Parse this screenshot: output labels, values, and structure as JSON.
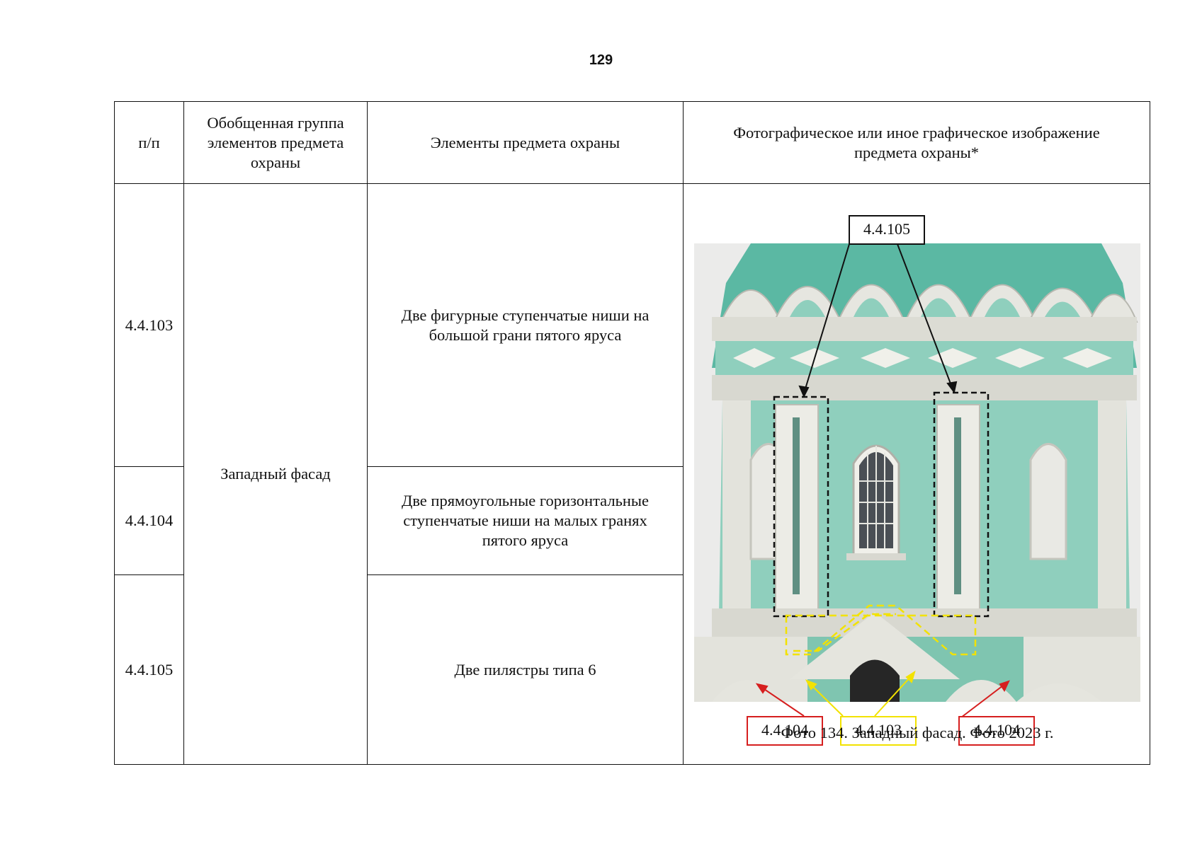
{
  "page_number": "129",
  "table": {
    "headers": {
      "num": "п/п",
      "group": "Обобщенная группа элементов предмета охраны",
      "elements": "Элементы предмета охраны",
      "image": "Фотографическое или иное графическое изображение предмета охраны*"
    },
    "group_value": "Западный фасад",
    "rows": [
      {
        "num": "4.4.103",
        "element": "Две фигурные ступенчатые ниши на большой грани пятого яруса"
      },
      {
        "num": "4.4.104",
        "element": "Две прямоугольные горизонтальные ступенчатые ниши на малых гранях пятого яруса"
      },
      {
        "num": "4.4.105",
        "element": "Две пилястры типа 6"
      }
    ]
  },
  "photo": {
    "caption": "Фото 134. Западный фасад. Фото 2023 г.",
    "callouts": {
      "top": "4.4.105",
      "bottom_left": "4.4.104",
      "bottom_center": "4.4.103",
      "bottom_right": "4.4.104"
    },
    "colors": {
      "wall": "#8fcfbd",
      "roof": "#5bb8a3",
      "white_stone": "#e6e6e0",
      "callout_black": "#111111",
      "callout_red": "#d61f1f",
      "callout_yellow": "#f2e200"
    }
  }
}
